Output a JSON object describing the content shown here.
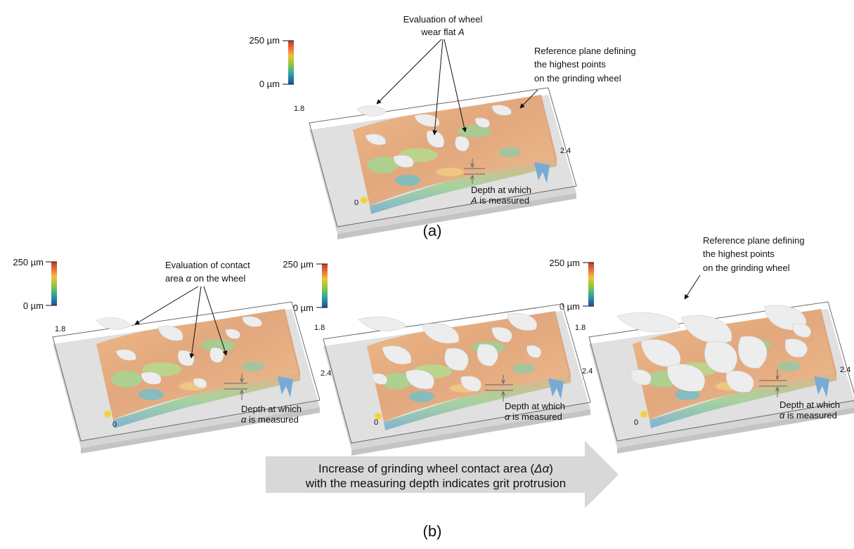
{
  "panel_a": {
    "caption": "(a)",
    "colorbar": {
      "max_label": "250 µm",
      "min_label": "0 µm"
    },
    "axis": {
      "y_max": "1.8",
      "x_max": "2.4",
      "origin": "0"
    },
    "annotation_eval": {
      "line1": "Evaluation of wheel",
      "line2_prefix": "wear flat ",
      "line2_var": "A"
    },
    "annotation_plane": {
      "line1": "Reference plane defining",
      "line2": "the highest points",
      "line3": "on the grinding wheel"
    },
    "annotation_depth": {
      "line1": "Depth at which",
      "line2_var": "A",
      "line2_suffix": " is measured"
    }
  },
  "panel_b": {
    "caption": "(b)",
    "colorbar": {
      "max_label": "250 µm",
      "min_label": "0 µm"
    },
    "axis": {
      "y_max": "1.8",
      "x_max": "2.4",
      "origin": "0"
    },
    "annotation_eval": {
      "line1": "Evaluation of contact",
      "line2_prefix": "area ",
      "line2_var": "α",
      "line2_suffix": " on the wheel"
    },
    "annotation_plane": {
      "line1": "Reference plane defining",
      "line2": "the highest points",
      "line3": "on the grinding wheel"
    },
    "annotation_depth": {
      "line1": "Depth at which",
      "line2_var": "α",
      "line2_suffix": " is measured"
    }
  },
  "big_arrow": {
    "line1_prefix": "Increase of grinding wheel contact area (",
    "line1_var": "Δα",
    "line1_suffix": ")",
    "line2": "with the measuring depth indicates grit protrusion"
  },
  "colors": {
    "surface_orange": "#e49a5b",
    "surface_green": "#86c46c",
    "surface_blue": "#4aa6b4",
    "contact_white": "#eeeeee",
    "plane_gray": "#d2d2d2"
  }
}
